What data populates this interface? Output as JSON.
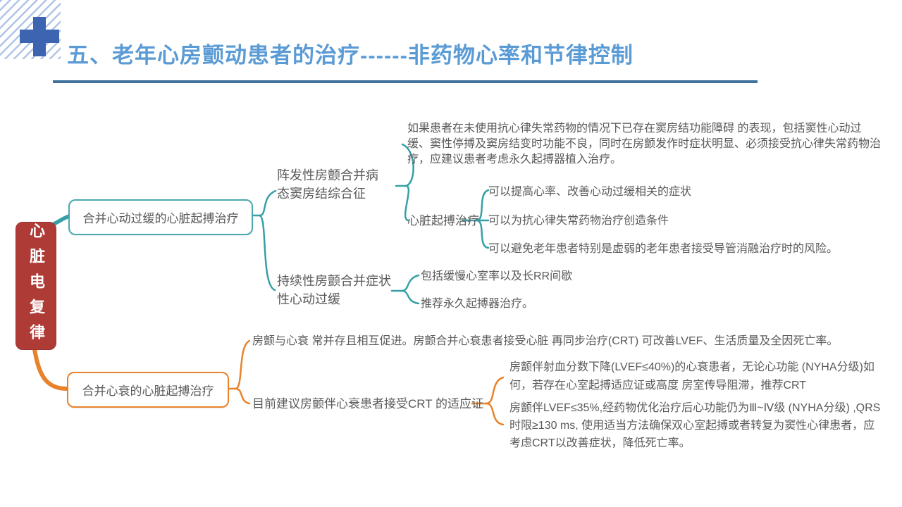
{
  "slide": {
    "title": "五、老年心房颤动患者的治疗------非药物心率和节律控制"
  },
  "mindmap": {
    "root_label": "心脏电复律",
    "bradycardia_branch": {
      "box_label": "合并心动过缓的心脏起搏治疗",
      "paroxysmal_node": "阵发性房颤合并病态窦房结综合征",
      "paroxysmal_paragraph": "如果患者在未使用抗心律失常药物的情况下已存在窦房结功能障碍 的表现，包括窦性心动过缓、窦性停搏及窦房结变时功能不良，同时在房颤发作时症状明显、必须接受抗心律失常药物治疗，应建议患者考虑永久起搏器植入治疗。",
      "pacing_node": "心脏起搏治疗",
      "pacing_benefits": [
        "可以提高心率、改善心动过缓相关的症状",
        "可以为抗心律失常药物治疗创造条件",
        "可以避免老年患者特别是虚弱的老年患者接受导管消融治疗时的风险。"
      ],
      "persistent_node": "持续性房颤合并症状性心动过缓",
      "persistent_points": [
        "包括缓慢心室率以及长RR间歇",
        "推荐永久起搏器治疗。"
      ]
    },
    "heart_failure_branch": {
      "box_label": "合并心衰的心脏起搏治疗",
      "intro": "房颤与心衰 常并存且相互促进。房颤合并心衰患者接受心脏 再同步治疗(CRT) 可改善LVEF、生活质量及全因死亡率。",
      "crt_node": "目前建议房颤伴心衰患者接受CRT 的适应证",
      "crt_indications": [
        "房颤伴射血分数下降(LVEF≤40%)的心衰患者，无论心功能 (NYHA分级)如何，若存在心室起搏适应证或高度 房室传导阻滞，推荐CRT",
        "房颤伴LVEF≤35%,经药物优化治疗后心功能仍为Ⅲ~Ⅳ级 (NYHA分级) ,QRS 时限≥130 ms, 使用适当方法确保双心室起搏或者转复为窦性心律患者，应考虑CRT以改善症状，降低死亡率。"
      ]
    }
  },
  "colors": {
    "title_blue": "#5B9BD5",
    "rule_blue": "#41719C",
    "cross_blue": "#3C64B1",
    "stripe_blue": "#B0C4E6",
    "root_red": "#AF3B37",
    "teal": "#379FA7",
    "orange": "#E8832C",
    "text_gray": "#595959"
  }
}
